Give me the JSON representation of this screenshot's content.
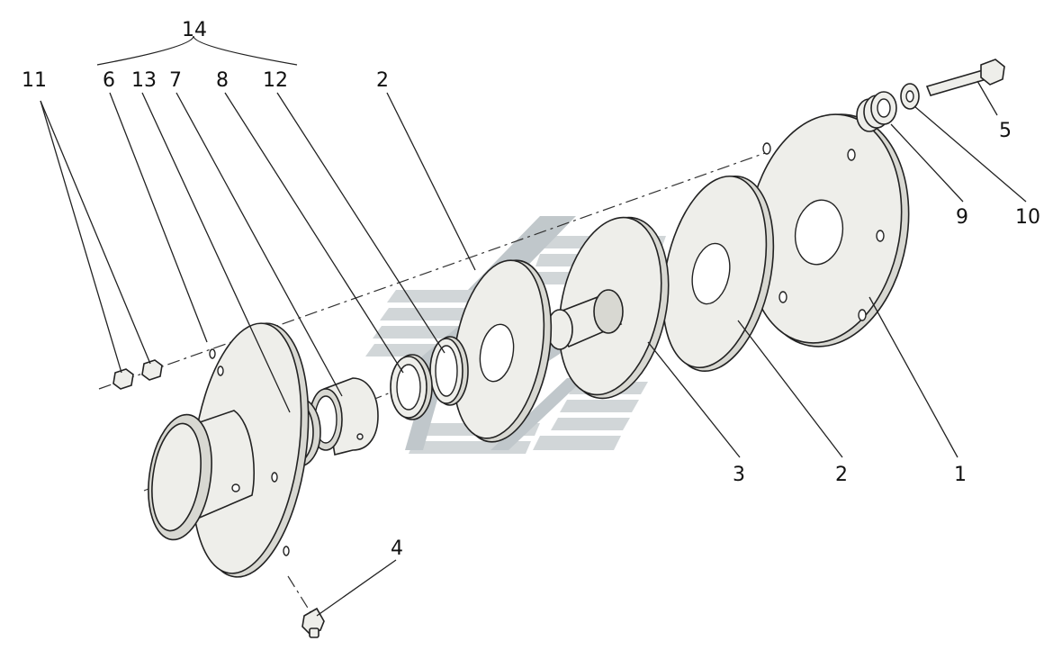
{
  "diagram": {
    "group_label": "14",
    "labels": {
      "l11": "11",
      "l6": "6",
      "l13": "13",
      "l7": "7",
      "l8": "8",
      "l12": "12",
      "l2_top": "2",
      "l5": "5",
      "l9": "9",
      "l10": "10",
      "l3": "3",
      "l2_bottom": "2",
      "l1": "1",
      "l4": "4"
    }
  },
  "colors": {
    "part_fill": "#eeeeea",
    "watermark": "#c9cfd2",
    "watermark_dark": "#b6bec2"
  }
}
